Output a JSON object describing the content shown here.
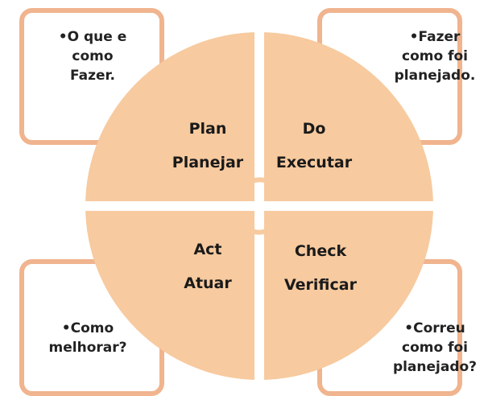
{
  "colors": {
    "quadrant_fill": "#f7ca9f",
    "box_border": "#f0b48e",
    "divider": "#ffffff",
    "text": "#1a1a1a"
  },
  "corners": {
    "top_left": [
      "•O que e",
      "como",
      "Fazer."
    ],
    "top_right": [
      "•Fazer",
      "como foi",
      "planejado."
    ],
    "bottom_left": [
      "•Como",
      "melhorar?"
    ],
    "bottom_right": [
      "•Correu",
      "como foi",
      "planejado?"
    ]
  },
  "quadrants": {
    "plan": {
      "label": "Plan",
      "sublabel": "Planejar"
    },
    "do": {
      "label": "Do",
      "sublabel": "Executar"
    },
    "act": {
      "label": "Act",
      "sublabel": "Atuar"
    },
    "check": {
      "label": "Check",
      "sublabel": "Verificar"
    }
  },
  "center_icon": "cycle-arrows-icon"
}
